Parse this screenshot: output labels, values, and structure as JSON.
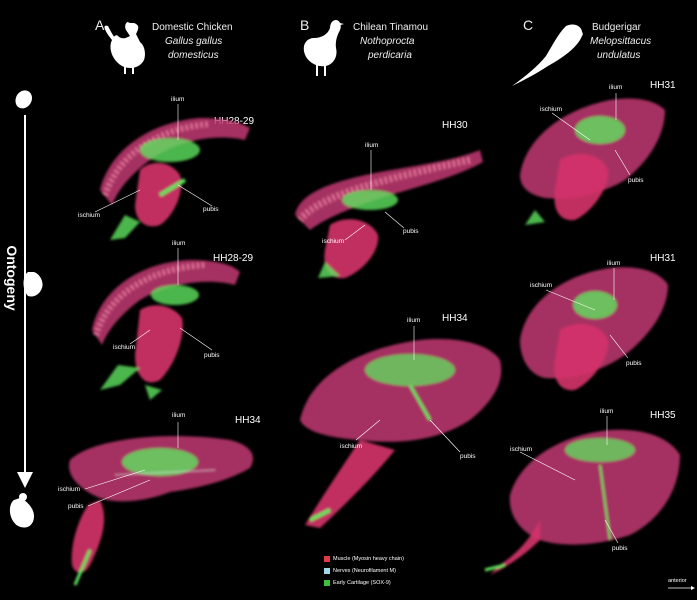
{
  "columns": [
    {
      "letter": "A",
      "common": "Domestic Chicken",
      "sci1": "Gallus gallus",
      "sci2": "domesticus"
    },
    {
      "letter": "B",
      "common": "Chilean Tinamou",
      "sci1": "Nothoprocta",
      "sci2": "perdicaria"
    },
    {
      "letter": "C",
      "common": "Budgerigar",
      "sci1": "Melopsittacus",
      "sci2": "undulatus"
    }
  ],
  "ontogeny_label": "Ontogeny",
  "stages": {
    "a1": "HH28-29",
    "a2": "HH28-29",
    "a3": "HH34",
    "b1": "HH30",
    "b2": "HH34",
    "c1": "HH31",
    "c2": "HH31",
    "c3": "HH35"
  },
  "labels": {
    "ilium": "ilium",
    "ischium": "ischium",
    "pubis": "pubis"
  },
  "legend": [
    {
      "text": "Muscle (Myosin heavy chain)",
      "color": "#e03a4a"
    },
    {
      "text": "Nerves (Neurofilament M)",
      "color": "#9fd8e8"
    },
    {
      "text": "Early Cartilage (SOX-9)",
      "color": "#3fbf3f"
    }
  ],
  "direction_label": "anterior",
  "colors": {
    "muscle": "#d6336c",
    "cartilage": "#5fe35f",
    "nerve": "#9fd8e8"
  }
}
